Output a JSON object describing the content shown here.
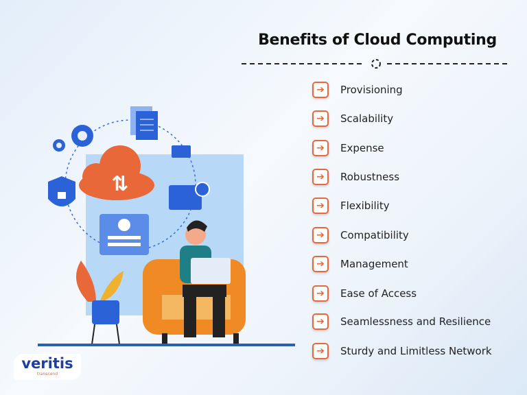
{
  "title": "Benefits of Cloud Computing",
  "items": [
    "Provisioning",
    "Scalability",
    "Expense",
    "Robustness",
    "Flexibility",
    "Compatibility",
    "Management",
    "Ease of Access",
    "Seamlessness and Resilience",
    "Sturdy and Limitless Network"
  ],
  "item_icon": "arrow-right-icon",
  "logo": {
    "name": "veritis",
    "tagline": "transcend"
  },
  "colors": {
    "accent": "#e8683a",
    "brand_blue": "#1d3f9e",
    "panel": "#b8d8f8"
  }
}
